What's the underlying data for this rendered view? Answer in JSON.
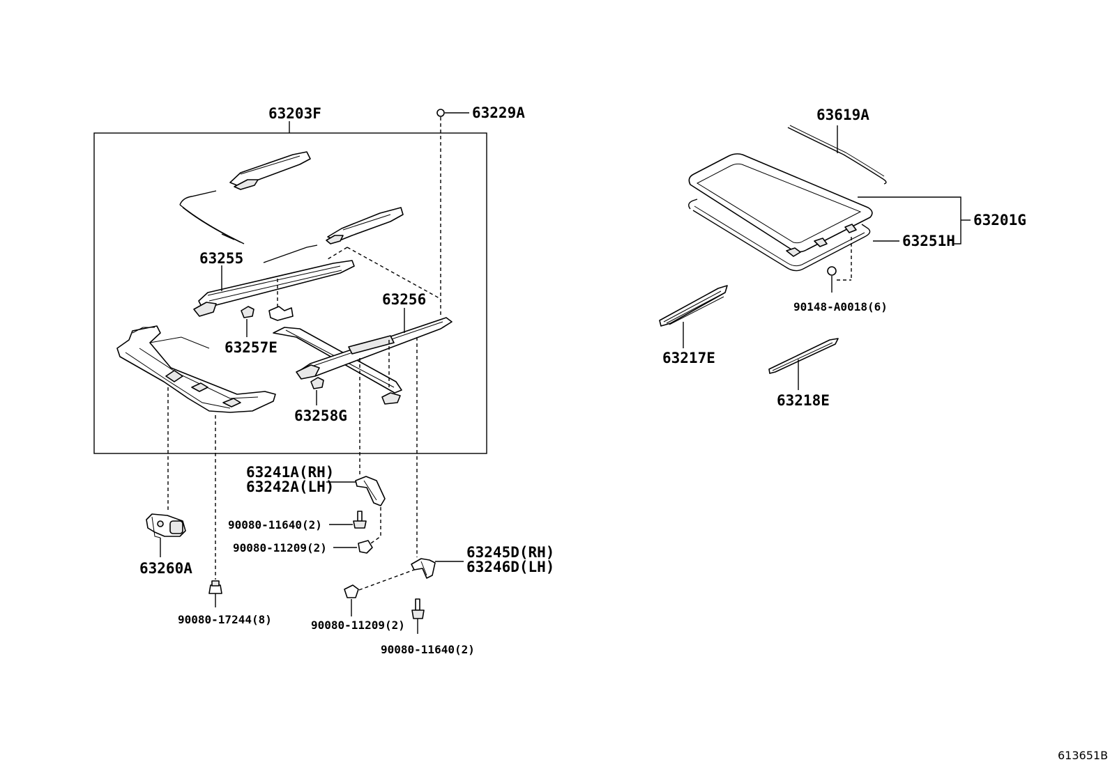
{
  "diagram_id": "613651B",
  "labels": {
    "p63203F": "63203F",
    "p63229A": "63229A",
    "p63255": "63255",
    "p63256": "63256",
    "p63257E": "63257E",
    "p63258G": "63258G",
    "p63241A": "63241A(RH)",
    "p63242A": "63242A(LH)",
    "b90080_11640_a": "90080-11640(2)",
    "b90080_11209_a": "90080-11209(2)",
    "p63260A": "63260A",
    "b90080_17244": "90080-17244(8)",
    "p63245D": "63245D(RH)",
    "p63246D": "63246D(LH)",
    "b90080_11209_b": "90080-11209(2)",
    "b90080_11640_b": "90080-11640(2)",
    "p63619A": "63619A",
    "p63201G": "63201G",
    "p63251H": "63251H",
    "b90148": "90148-A0018(6)",
    "p63217E": "63217E",
    "p63218E": "63218E"
  }
}
